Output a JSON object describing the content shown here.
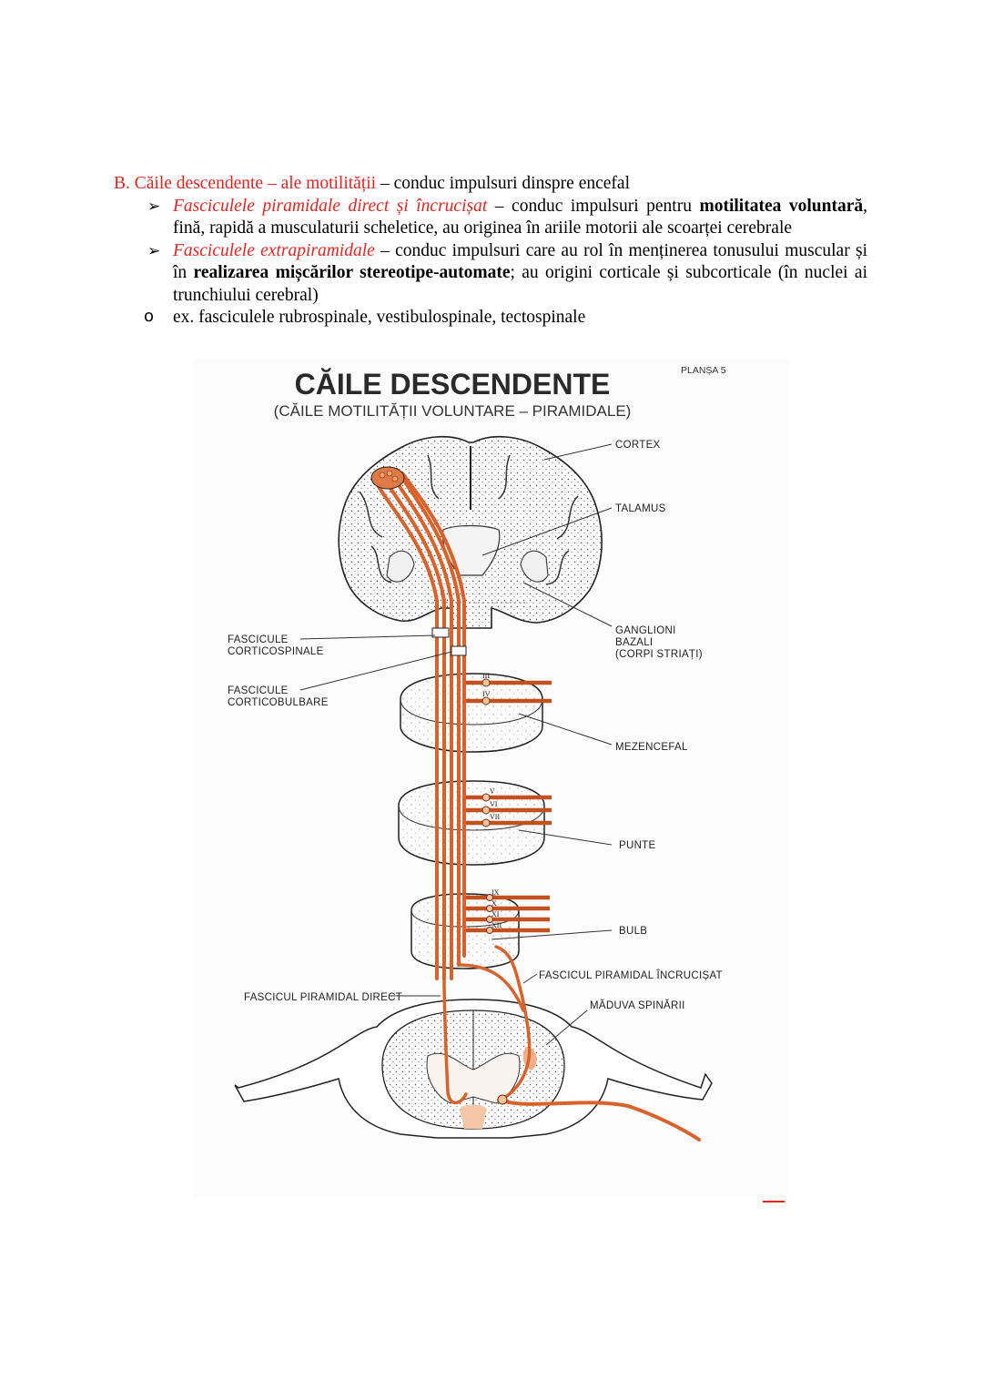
{
  "section": {
    "heading_prefix": "B. Căile descendente",
    "heading_mid": " – ale motilității",
    "heading_rest": " – conduc impulsuri dinspre encefal",
    "bullets": [
      {
        "term": "Fasciculele piramidale direct și încrucișat",
        "text_a": " – conduc impulsuri pentru ",
        "bold_a": "motilitatea voluntară",
        "text_b": ", fină, rapidă a musculaturii scheletice, au originea în ariile motorii ale scoarței cerebrale"
      },
      {
        "term": "Fasciculele extrapiramidale",
        "text_a": " – conduc impulsuri care au rol în menținerea tonusului muscular și în ",
        "bold_a": "realizarea mișcărilor stereotipe-automate",
        "text_b": "; au origini corticale și subcorticale (în nuclei ai trunchiului cerebral)"
      }
    ],
    "example": "ex. fasciculele rubrospinale, vestibulospinale, tectospinale",
    "bullet_icon": "arrow-bullet-icon",
    "sub_bullet_icon": "circle-bullet-icon"
  },
  "figure": {
    "plate": "PLANȘA 5",
    "title": "CĂILE DESCENDENTE",
    "subtitle": "(CĂILE MOTILITĂȚII VOLUNTARE – PIRAMIDALE)",
    "labels": {
      "cortex": "CORTEX",
      "talamus": "TALAMUS",
      "ganglioni_1": "GANGLIONI",
      "ganglioni_2": "BAZALI",
      "ganglioni_3": "(CORPI STRIAȚI)",
      "corticospinale_1": "FASCICULE",
      "corticospinale_2": "CORTICOSPINALE",
      "corticobulbare_1": "FASCICULE",
      "corticobulbare_2": "CORTICOBULBARE",
      "mezencefal": "MEZENCEFAL",
      "punte": "PUNTE",
      "bulb": "BULB",
      "piramidal_incrucisat": "FASCICUL PIRAMIDAL ÎNCRUCIȘAT",
      "piramidal_direct": "FASCICUL PIRAMIDAL DIRECT",
      "maduva": "MĂDUVA SPINĂRII"
    },
    "nuclei": [
      "III",
      "IV",
      "V",
      "VI",
      "VII",
      "IX",
      "X",
      "XI",
      "XII"
    ],
    "colors": {
      "tract": "#d9622b",
      "accent_text": "#e8231f"
    }
  }
}
